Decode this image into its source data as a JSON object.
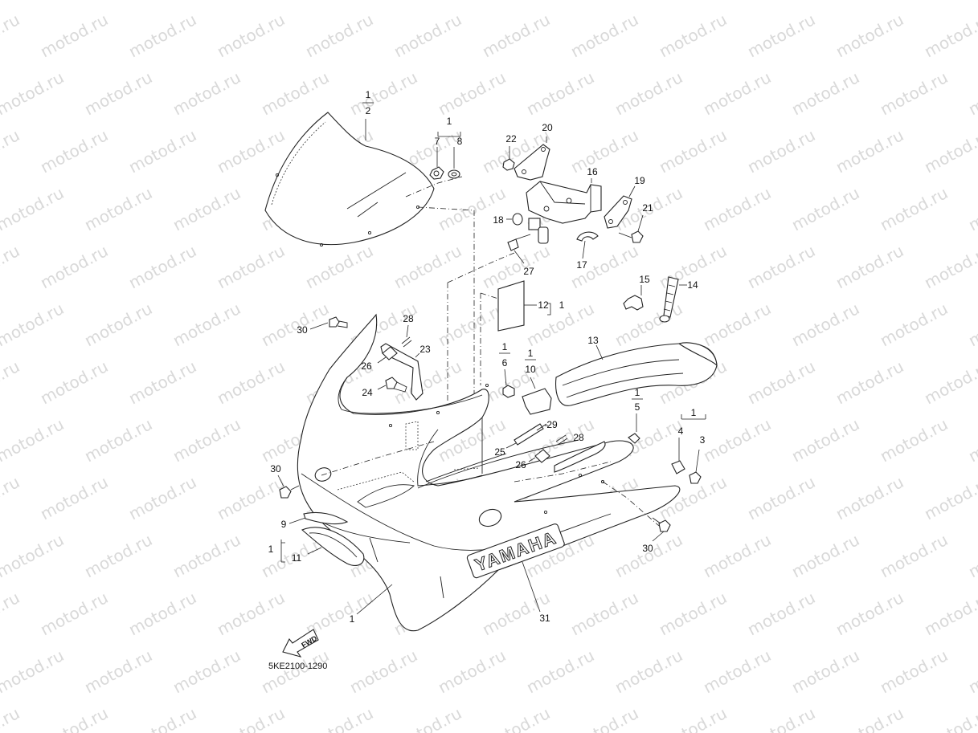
{
  "watermark": "motod.ru",
  "diagram_code": "5KE2100-1290",
  "logo_text": "YAMAHA",
  "fwd_text": "FWD",
  "labels": [
    {
      "id": "a",
      "text": "1"
    },
    {
      "id": "b",
      "text": "2"
    },
    {
      "id": "c",
      "text": "1"
    },
    {
      "id": "d",
      "text": "7"
    },
    {
      "id": "e",
      "text": "8"
    },
    {
      "id": "f",
      "text": "22"
    },
    {
      "id": "g",
      "text": "20"
    },
    {
      "id": "h",
      "text": "16"
    },
    {
      "id": "i",
      "text": "19"
    },
    {
      "id": "j",
      "text": "21"
    },
    {
      "id": "k",
      "text": "18"
    },
    {
      "id": "l",
      "text": "17"
    },
    {
      "id": "m",
      "text": "27"
    },
    {
      "id": "n",
      "text": "12"
    },
    {
      "id": "o",
      "text": "1"
    },
    {
      "id": "p",
      "text": "15"
    },
    {
      "id": "q",
      "text": "14"
    },
    {
      "id": "r",
      "text": "30"
    },
    {
      "id": "s",
      "text": "28"
    },
    {
      "id": "t",
      "text": "23"
    },
    {
      "id": "u",
      "text": "26"
    },
    {
      "id": "v",
      "text": "24"
    },
    {
      "id": "w",
      "text": "13"
    },
    {
      "id": "x",
      "text": "1"
    },
    {
      "id": "y",
      "text": "6"
    },
    {
      "id": "z",
      "text": "1"
    },
    {
      "id": "aa",
      "text": "10"
    },
    {
      "id": "ab",
      "text": "1"
    },
    {
      "id": "ac",
      "text": "5"
    },
    {
      "id": "ad",
      "text": "1"
    },
    {
      "id": "ae",
      "text": "4"
    },
    {
      "id": "af",
      "text": "3"
    },
    {
      "id": "ag",
      "text": "29"
    },
    {
      "id": "ah",
      "text": "28"
    },
    {
      "id": "ai",
      "text": "25"
    },
    {
      "id": "aj",
      "text": "26"
    },
    {
      "id": "ak",
      "text": "30"
    },
    {
      "id": "al",
      "text": "9"
    },
    {
      "id": "am",
      "text": "1"
    },
    {
      "id": "an",
      "text": "11"
    },
    {
      "id": "ao",
      "text": "30"
    },
    {
      "id": "ap",
      "text": "1"
    },
    {
      "id": "aq",
      "text": "31"
    }
  ]
}
